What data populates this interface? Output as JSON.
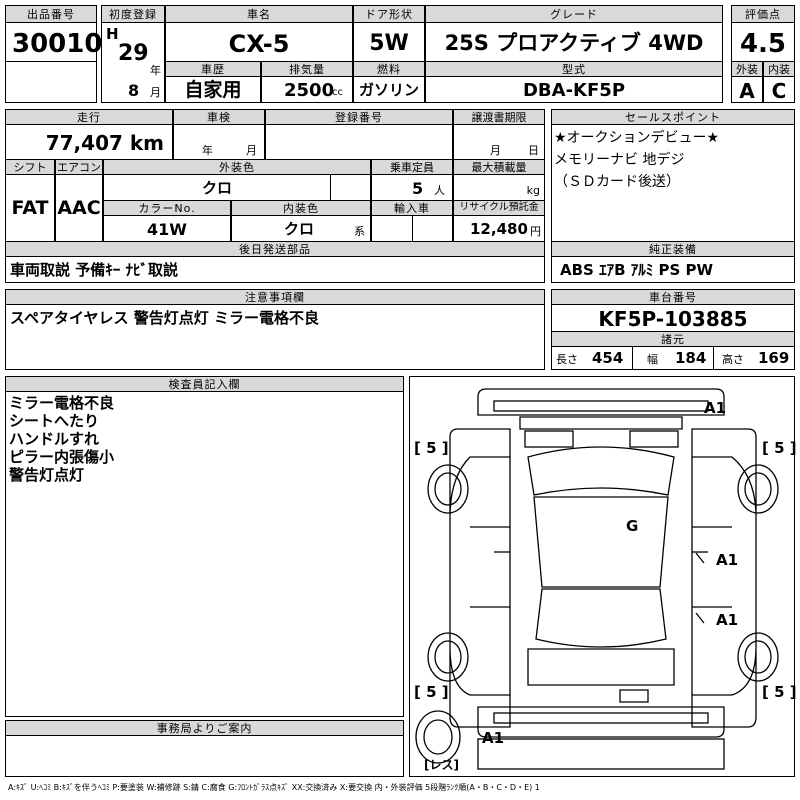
{
  "header": {
    "lot_label": "出品番号",
    "lot_value": "30010",
    "reg_label": "初度登録",
    "era": "H",
    "year": "29",
    "year_unit": "年",
    "month": "8",
    "month_unit": "月",
    "car_name_label": "車名",
    "car_name": "CX-5",
    "door_label": "ドア形状",
    "door": "5W",
    "grade_label": "グレード",
    "grade": "25S プロアクティブ 4WD",
    "score_label": "評価点",
    "score": "4.5",
    "history_label": "車歴",
    "history": "自家用",
    "displacement_label": "排気量",
    "displacement": "2500",
    "displacement_unit": "cc",
    "fuel_label": "燃料",
    "fuel": "ガソリン",
    "model_label": "型式",
    "model": "DBA-KF5P",
    "ext_grade_label": "外装",
    "ext_grade": "A",
    "int_grade_label": "内装",
    "int_grade": "C"
  },
  "row2": {
    "mileage_label": "走行",
    "mileage": "77,407 km",
    "inspection_label": "車検",
    "inspection_year_unit": "年",
    "inspection_month_unit": "月",
    "plate_label": "登録番号",
    "transfer_label": "譲渡書期限",
    "transfer_month_unit": "月",
    "transfer_day_unit": "日",
    "sales_label": "セールスポイント",
    "sales_lines": [
      "★オークションデビュー★",
      "メモリーナビ 地デジ",
      "（ＳＤカード後送）"
    ],
    "shift_label": "シフト",
    "shift": "FAT",
    "ac_label": "エアコン",
    "ac": "AAC",
    "ext_color_label": "外装色",
    "ext_color": "クロ",
    "capacity_label": "乗車定員",
    "capacity": "5",
    "capacity_unit": "人",
    "payload_label": "最大積載量",
    "payload_unit": "kg",
    "color_no_label": "カラーNo.",
    "color_no": "41W",
    "int_color_label": "内装色",
    "int_color": "クロ",
    "int_color_unit": "系",
    "import_label": "輸入車",
    "recycle_label": "リサイクル預託金",
    "recycle": "12,480",
    "recycle_unit": "円",
    "later_label": "後日発送部品",
    "later": "車両取説 予備ｷｰ ﾅﾋﾞ取説",
    "equipment_label": "純正装備",
    "equipment": "ABS ｴｱB ｱﾙﾐ PS PW"
  },
  "notes": {
    "caution_label": "注意事項欄",
    "caution": "スペアタイヤレス 警告灯点灯 ミラー電格不良",
    "chassis_label": "車台番号",
    "chassis": "KF5P-103885",
    "spec_label": "諸元",
    "length_label": "長さ",
    "length": "454",
    "width_label": "幅",
    "width": "184",
    "height_label": "高さ",
    "height": "169",
    "inspector_label": "検査員記入欄",
    "inspector_lines": [
      "ミラー電格不良",
      "シートへたり",
      "ハンドルすれ",
      "ピラー内張傷小",
      "警告灯点灯"
    ],
    "office_label": "事務局よりご案内"
  },
  "diagram": {
    "marks": [
      "A1",
      "[ 5 ]",
      "[ 5 ]",
      "G",
      "A1",
      "A1",
      "[ 5 ]",
      "[ 5 ]",
      "A1",
      "[レス]"
    ]
  },
  "legend": "A:ｷｽﾞ U:ﾍｺﾐ B:ｷｽﾞを伴うﾍｺﾐ P:要塗装 W:補修跡 S:錆 C:腐食 G:ﾌﾛﾝﾄｶﾞﾗｽ点ｷｽﾞ XX:交換済み X:要交換 内・外装評価 5段階ﾗﾝｸ順(A・B・C・D・E) 1"
}
